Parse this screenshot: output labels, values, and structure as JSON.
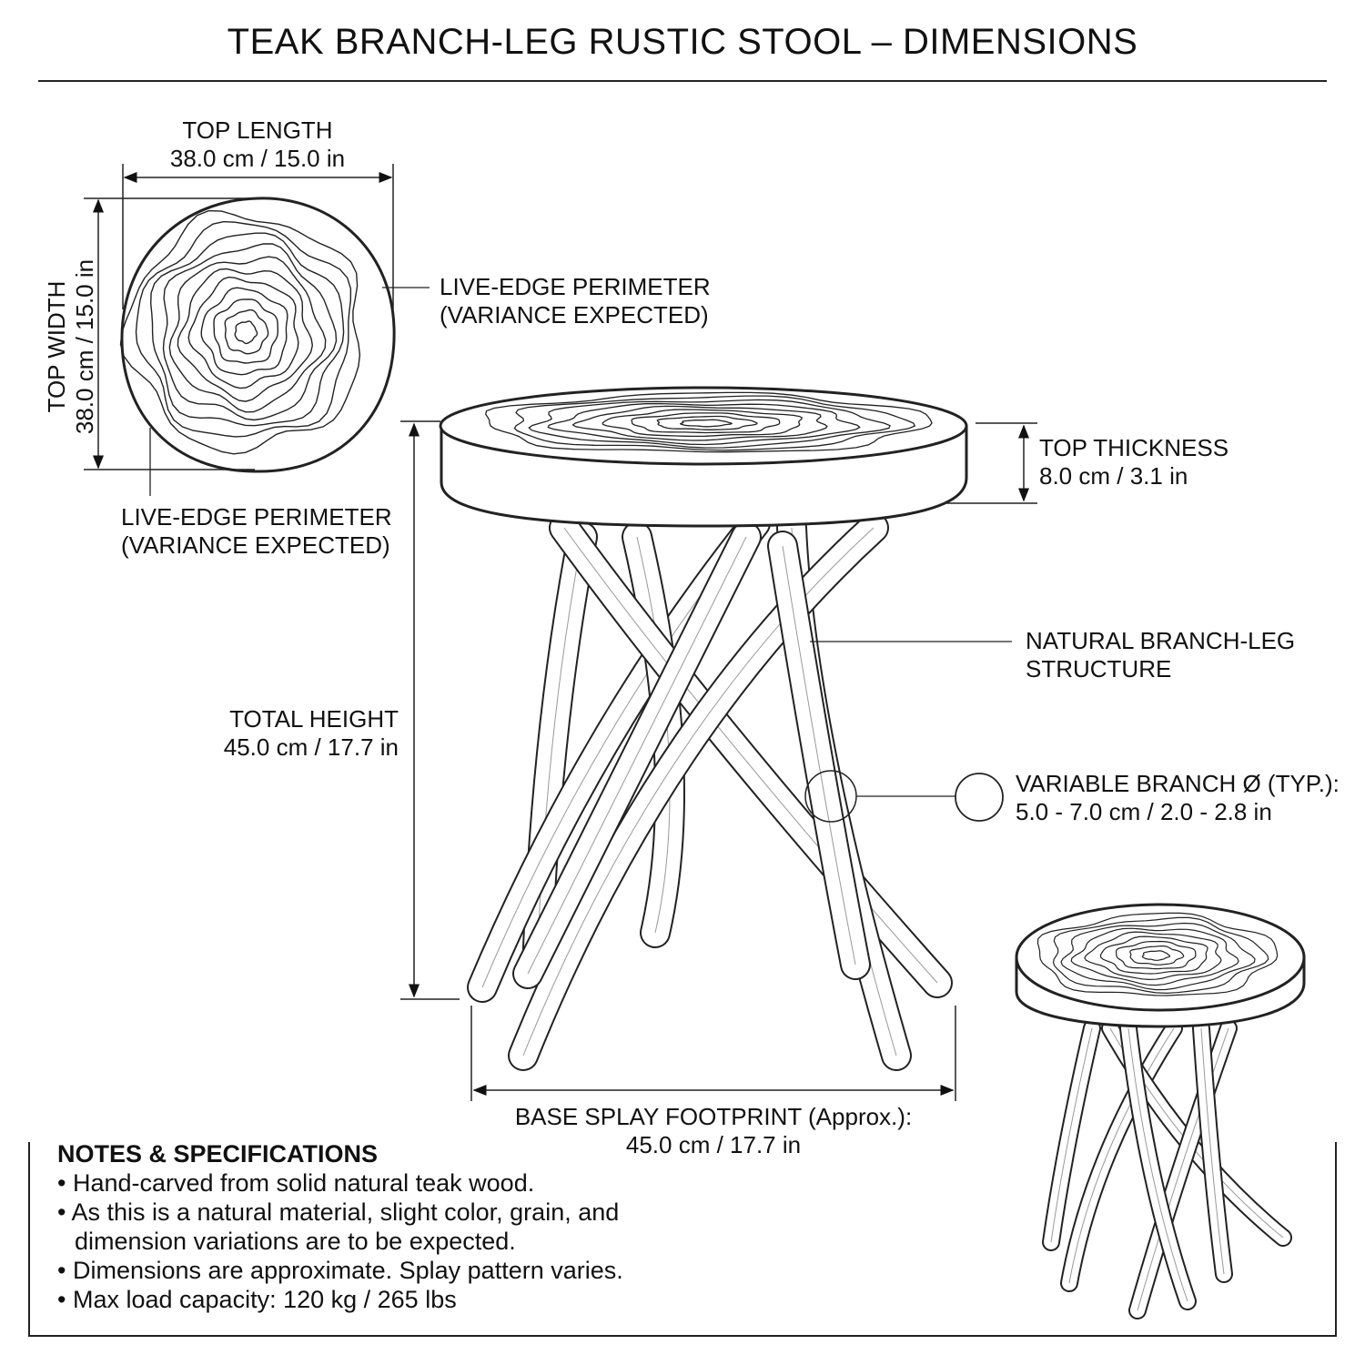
{
  "title": "TEAK BRANCH-LEG RUSTIC STOOL – DIMENSIONS",
  "top_length": {
    "label": "TOP LENGTH",
    "value": "38.0 cm / 15.0 in"
  },
  "top_width": {
    "label": "TOP WIDTH",
    "value": "38.0 cm / 15.0 in"
  },
  "live_edge_right": {
    "line1": "LIVE-EDGE PERIMETER",
    "line2": "(VARIANCE EXPECTED)"
  },
  "live_edge_bottom": {
    "line1": "LIVE-EDGE PERIMETER",
    "line2": "(VARIANCE EXPECTED)"
  },
  "top_thickness": {
    "label": "TOP THICKNESS",
    "value": "8.0 cm / 3.1 in"
  },
  "total_height": {
    "label": "TOTAL HEIGHT",
    "value": "45.0 cm / 17.7 in"
  },
  "branch_structure": {
    "line1": "NATURAL BRANCH-LEG",
    "line2": "STRUCTURE"
  },
  "branch_diameter": {
    "label": "VARIABLE BRANCH Ø (TYP.):",
    "value": "5.0 - 7.0 cm / 2.0 - 2.8 in"
  },
  "base_splay": {
    "label": "BASE SPLAY FOOTPRINT (Approx.):",
    "value": "45.0 cm / 17.7 in"
  },
  "notes": {
    "heading": "NOTES & SPECIFICATIONS",
    "items": [
      "Hand-carved from solid natural teak wood.",
      "As this is a natural material, slight color, grain, and dimension variations are to be expected.",
      "Dimensions are approximate. Splay pattern varies.",
      "Max load capacity: 120 kg / 265 lbs"
    ]
  }
}
